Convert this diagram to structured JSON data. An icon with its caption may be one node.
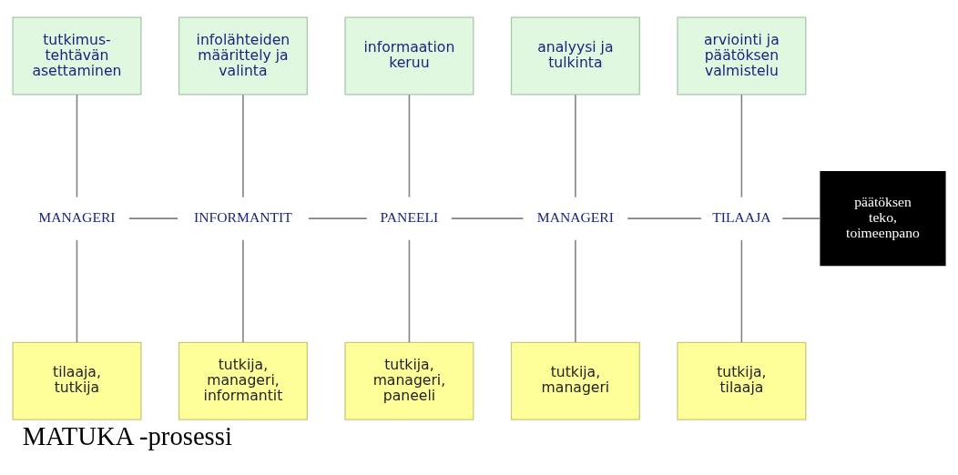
{
  "diagram": {
    "caption": "MATUKA -prosessi",
    "nodes": [
      {
        "text": [
          "tutkimus- tehtävän asettaminen"
        ]
      },
      {
        "text": [
          "infolähteiden määrittely ja valinta"
        ]
      },
      {
        "text": [
          "informaation keruu"
        ]
      },
      {
        "text": [
          "analyysi ja tulkinta"
        ]
      },
      {
        "text": [
          "arviointi ja päätöksen valmistelu"
        ]
      },
      {
        "text": [
          "MANAGERI"
        ]
      },
      {
        "text": [
          "INFORMANTIT"
        ]
      },
      {
        "text": [
          "PANEELI"
        ]
      },
      {
        "text": [
          "MANAGERI"
        ]
      },
      {
        "text": [
          "TILAAJA"
        ]
      },
      {
        "text": [
          "päätöksen teko, toimeenpano"
        ]
      },
      {
        "text": [
          "tilaaja, tutkija"
        ]
      },
      {
        "text": [
          "tutkija, manageri, informantit"
        ]
      },
      {
        "text": [
          "tutkija, manageri, paneeli"
        ]
      },
      {
        "text": [
          "tutkija, manageri"
        ]
      },
      {
        "text": [
          "tutkija, tilaaja"
        ]
      }
    ],
    "edges": [
      {
        "from": 0,
        "to": 5,
        "arrow": "none"
      },
      {
        "from": 1,
        "to": 6,
        "arrow": "none"
      },
      {
        "from": 2,
        "to": 7,
        "arrow": "none"
      },
      {
        "from": 3,
        "to": 8,
        "arrow": "none"
      },
      {
        "from": 4,
        "to": 9,
        "arrow": "none"
      },
      {
        "from": 5,
        "to": 6,
        "arrow": "none"
      },
      {
        "from": 6,
        "to": 7,
        "arrow": "none"
      },
      {
        "from": 7,
        "to": 8,
        "arrow": "none"
      },
      {
        "from": 8,
        "to": 9,
        "arrow": "none"
      },
      {
        "from": 9,
        "to": 10,
        "arrow": "none"
      },
      {
        "from": 5,
        "to": 11,
        "arrow": "none"
      },
      {
        "from": 6,
        "to": 12,
        "arrow": "none"
      },
      {
        "from": 7,
        "to": 13,
        "arrow": "none"
      },
      {
        "from": 8,
        "to": 14,
        "arrow": "none"
      },
      {
        "from": 9,
        "to": 15,
        "arrow": "none"
      }
    ]
  }
}
